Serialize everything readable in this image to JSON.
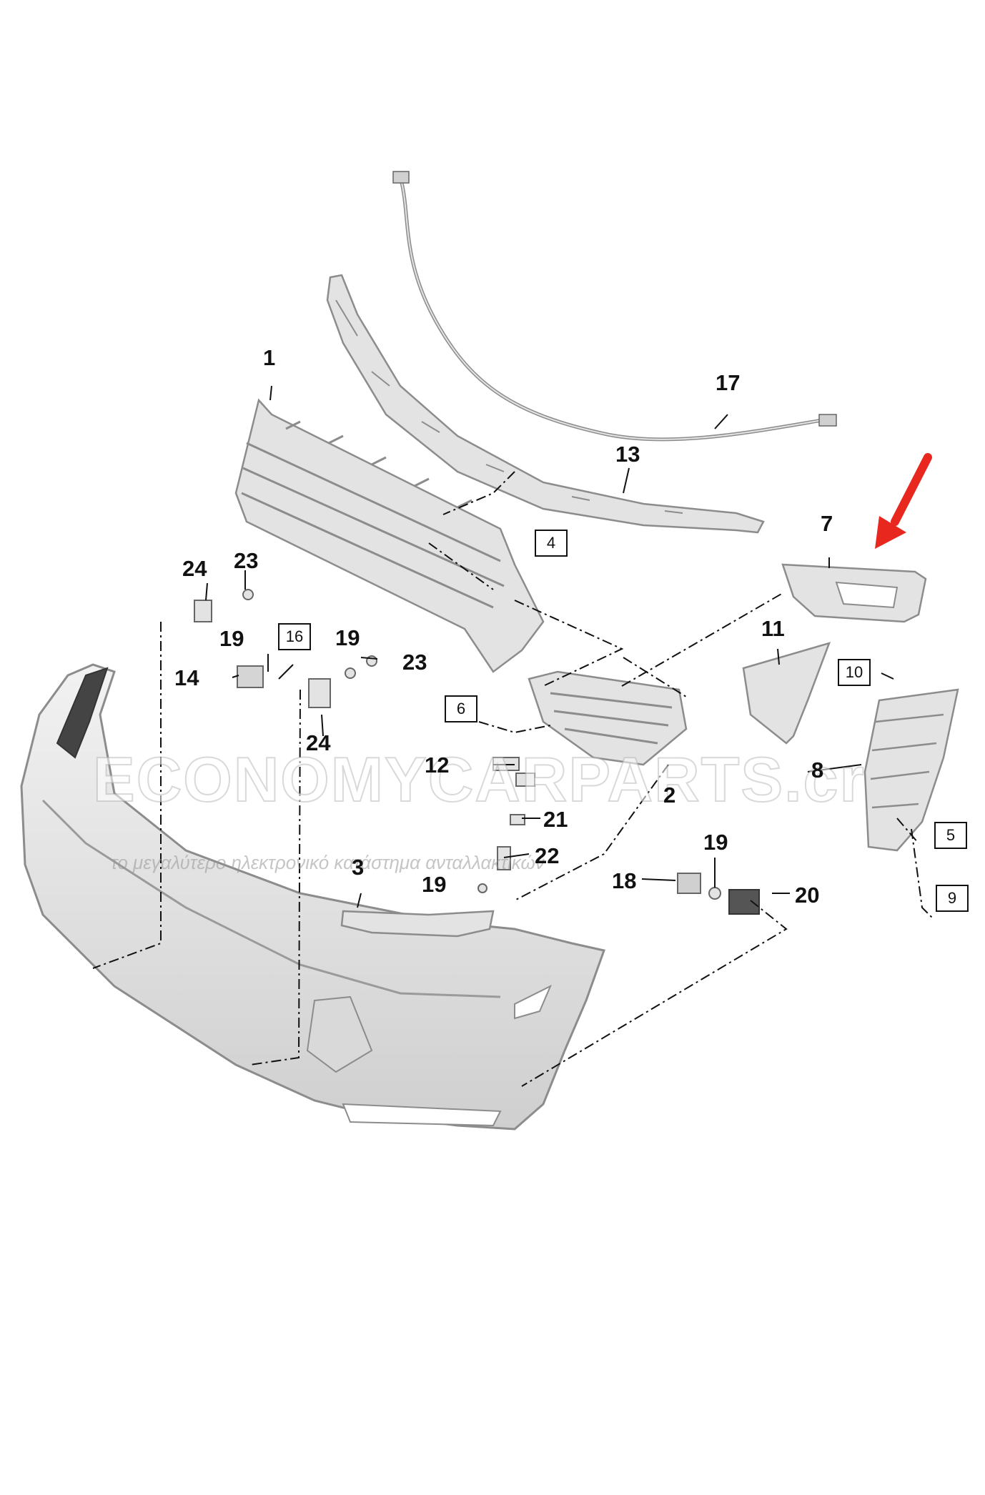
{
  "callouts": {
    "c1": "1",
    "c2": "2",
    "c3": "3",
    "c4": "4",
    "c5": "5",
    "c6": "6",
    "c7": "7",
    "c8": "8",
    "c9": "9",
    "c10": "10",
    "c11": "11",
    "c12": "12",
    "c13": "13",
    "c14": "14",
    "c16": "16",
    "c17": "17",
    "c18": "18",
    "c19a": "19",
    "c19b": "19",
    "c19c": "19",
    "c19d": "19",
    "c20": "20",
    "c21": "21",
    "c22": "22",
    "c23a": "23",
    "c23b": "23",
    "c24a": "24",
    "c24b": "24"
  },
  "watermark": {
    "brand": "ECONOMYCARPARTS.cr",
    "tagline": "το μεγαλύτερο ηλεκτρονικό κατάστημα ανταλλακτικών"
  },
  "colors": {
    "part_fill": "#e3e3e3",
    "part_stroke": "#8c8c8c",
    "line": "#111111",
    "arrow": "#e8281e"
  }
}
